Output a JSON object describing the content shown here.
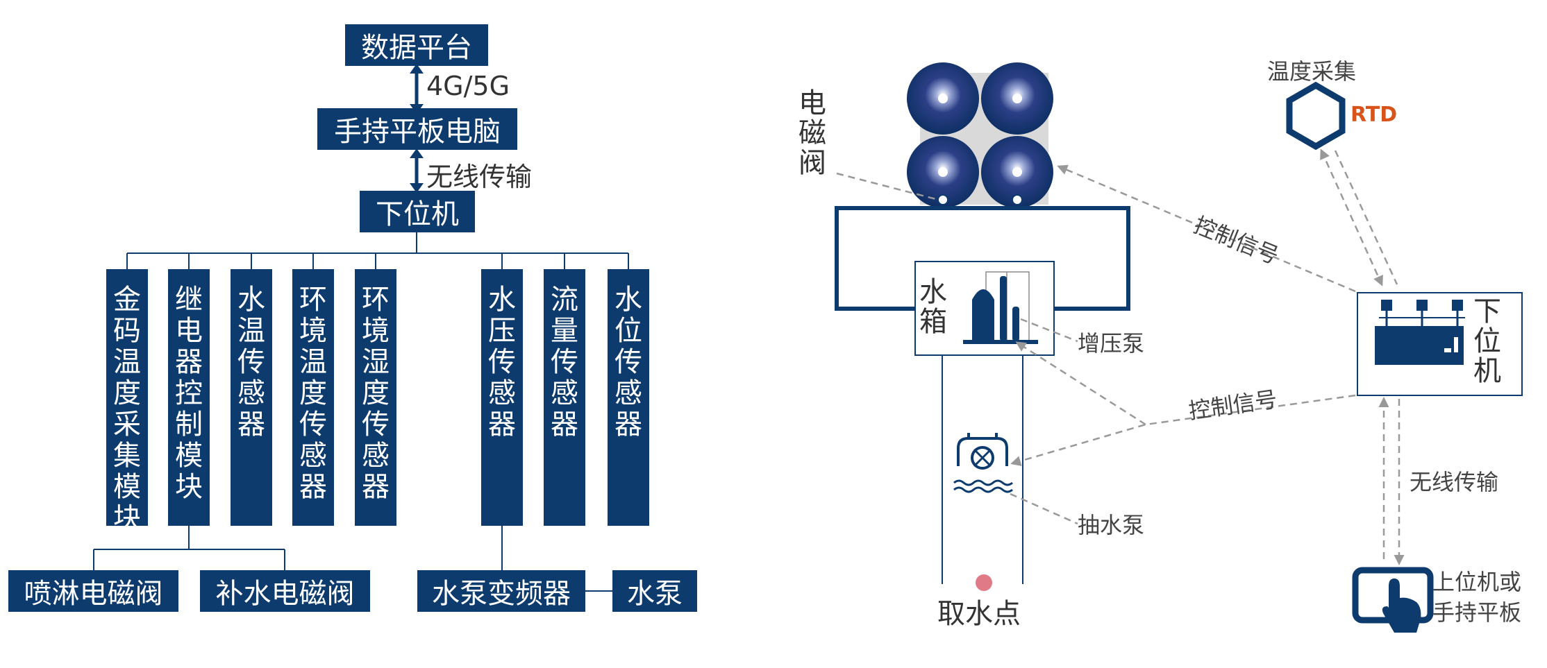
{
  "left": {
    "data_platform": "数据平台",
    "link_top": "4G/5G",
    "tablet": "手持平板电脑",
    "link_mid": "无线传输",
    "lower_computer": "下位机",
    "modules": [
      "金码温度采集模块",
      "继电器控制模块",
      "水温传感器",
      "环境温度传感器",
      "环境湿度传感器",
      "水压传感器",
      "流量传感器",
      "水位传感器"
    ],
    "spray_valve": "喷淋电磁阀",
    "refill_valve": "补水电磁阀",
    "pump_inverter": "水泵变频器",
    "pump": "水泵"
  },
  "right": {
    "solenoid_valve": "电磁阀",
    "water_tank": "水箱",
    "booster_pump": "增压泵",
    "suction_pump": "抽水泵",
    "intake_point": "取水点",
    "temp_collect": "温度采集",
    "rtd": "RTD",
    "control_signal_top": "控制信号",
    "control_signal_mid": "控制信号",
    "lower_computer": "下位机",
    "wireless": "无线传输",
    "host_tablet_line1": "上位机或",
    "host_tablet_line2": "手持平板"
  },
  "colors": {
    "navy": "#0d3b6e",
    "rtd_orange": "#d9541a",
    "dashed_gray": "#999999",
    "intake_dot": "#e07a86"
  }
}
